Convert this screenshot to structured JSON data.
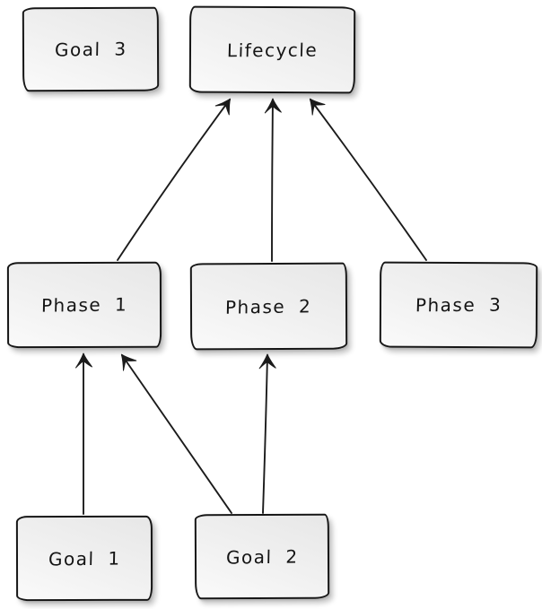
{
  "diagram": {
    "type": "node-edge-sketch",
    "background_color": "#ffffff",
    "node_fill_color": "#efefef",
    "node_border_color": "#161616",
    "edge_color": "#1b1b1b",
    "text_color": "#141414",
    "nodes": {
      "goal3": {
        "label": "Goal 3"
      },
      "lifecycle": {
        "label": "Lifecycle"
      },
      "phase1": {
        "label": "Phase 1"
      },
      "phase2": {
        "label": "Phase 2"
      },
      "phase3": {
        "label": "Phase 3"
      },
      "goal1": {
        "label": "Goal 1"
      },
      "goal2": {
        "label": "Goal 2"
      }
    },
    "edges": [
      {
        "from": "Phase 1",
        "to": "Lifecycle",
        "arrow": "to"
      },
      {
        "from": "Phase 2",
        "to": "Lifecycle",
        "arrow": "to"
      },
      {
        "from": "Phase 3",
        "to": "Lifecycle",
        "arrow": "to"
      },
      {
        "from": "Goal 1",
        "to": "Phase 1",
        "arrow": "to"
      },
      {
        "from": "Goal 2",
        "to": "Phase 1",
        "arrow": "to"
      },
      {
        "from": "Goal 2",
        "to": "Phase 2",
        "arrow": "to"
      }
    ]
  }
}
